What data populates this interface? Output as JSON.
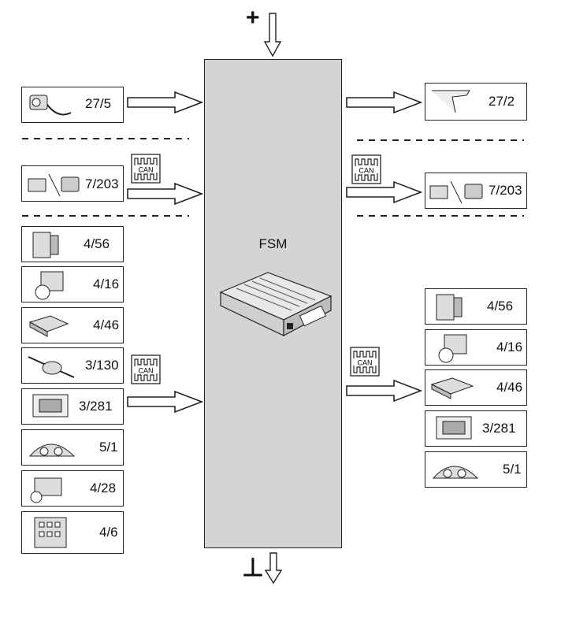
{
  "module": {
    "label": "FSM"
  },
  "power": {
    "plus": "+",
    "ground": "⊥"
  },
  "can_label": "CAN",
  "inputs": [
    {
      "id": "27/5"
    },
    {
      "id": "7/203"
    },
    {
      "id": "4/56"
    },
    {
      "id": "4/16"
    },
    {
      "id": "4/46"
    },
    {
      "id": "3/130"
    },
    {
      "id": "3/281"
    },
    {
      "id": "5/1"
    },
    {
      "id": "4/28"
    },
    {
      "id": "4/6"
    }
  ],
  "outputs": [
    {
      "id": "27/2"
    },
    {
      "id": "7/203"
    },
    {
      "id": "4/56"
    },
    {
      "id": "4/16"
    },
    {
      "id": "4/46"
    },
    {
      "id": "3/281"
    },
    {
      "id": "5/1"
    }
  ]
}
